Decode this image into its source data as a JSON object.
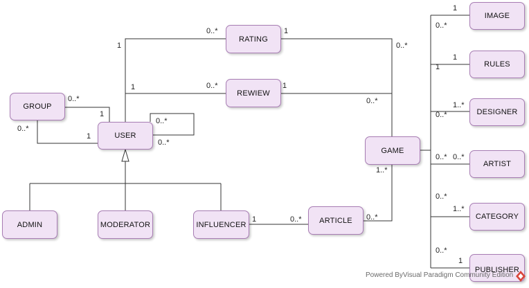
{
  "entities": {
    "image": "IMAGE",
    "rules": "RULES",
    "rating": "RATING",
    "rewiew": "REWIEW",
    "group": "GROUP",
    "user": "USER",
    "designer": "DESIGNER",
    "game": "GAME",
    "artist": "ARTIST",
    "category": "CATEGORY",
    "admin": "ADMIN",
    "moderator": "MODERATOR",
    "influencer": "INFLUENCER",
    "article": "ARTICLE",
    "publisher": "PUBLISHER"
  },
  "multiplicities": {
    "user_rating_user": "1",
    "user_rating_rating": "0..*",
    "rating_game_rating": "1",
    "rating_game_game": "0..*",
    "user_rewiew_user": "1",
    "user_rewiew_rewiew": "0..*",
    "rewiew_game_rewiew": "1",
    "rewiew_game_game": "0..*",
    "group_user_group": "0..*",
    "group_user_user": "1",
    "group_user2_group": "0..*",
    "group_user2_user": "1",
    "user_self_a": "0..*",
    "user_self_b": "0..*",
    "influencer_article_influencer": "1",
    "influencer_article_article": "0..*",
    "article_game_article": "0..*",
    "article_game_game": "1..*",
    "image_image": "1",
    "image_game": "0..*",
    "rules_rules": "1",
    "rules_game": "1",
    "designer_designer": "1..*",
    "designer_game": "0..*",
    "artist_artist": "0..*",
    "artist_game": "0..*",
    "category_category": "1..*",
    "category_game": "0..*",
    "publisher_publisher": "1",
    "publisher_game": "0..*"
  },
  "watermark": "Powered ByVisual Paradigm Community Edition"
}
